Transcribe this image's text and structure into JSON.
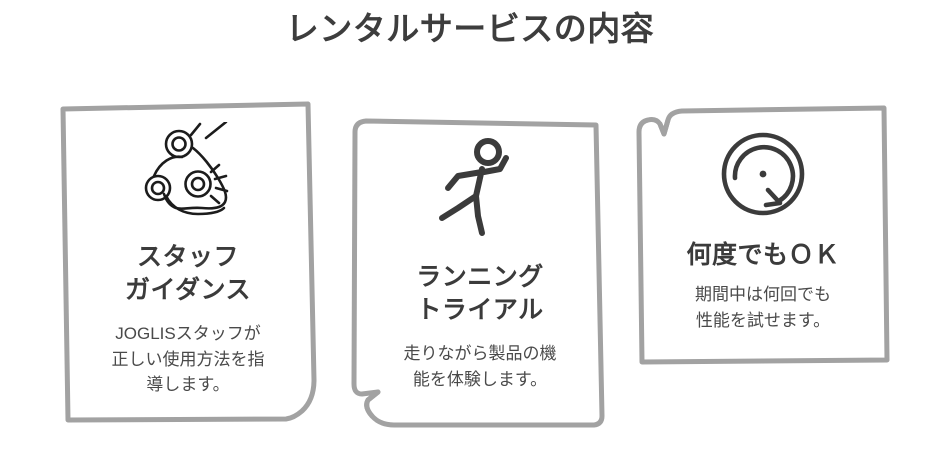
{
  "header": {
    "title": "レンタルサービスの内容"
  },
  "theme": {
    "background": "#ffffff",
    "text_color": "#3b3b3b",
    "body_text_color": "#4a4a4a",
    "card_border_color": "#a2a2a2",
    "card_fill_color": "#ffffff",
    "icon_color": "#3b3b3b"
  },
  "cards": [
    {
      "id": "staff-guidance",
      "icon": "foot-acupressure-icon",
      "title": "スタッフ\nガイダンス",
      "body": "JOGLISスタッフが\n正しい使用方法を指\n導します。"
    },
    {
      "id": "running-trial",
      "icon": "running-person-icon",
      "title": "ランニング\nトライアル",
      "body": "走りながら製品の機\n能を体験します。"
    },
    {
      "id": "unlimited-ok",
      "icon": "circular-repeat-arrow-icon",
      "title": "何度でもＯＫ",
      "body": "期間中は何回でも\n性能を試せます。"
    }
  ]
}
